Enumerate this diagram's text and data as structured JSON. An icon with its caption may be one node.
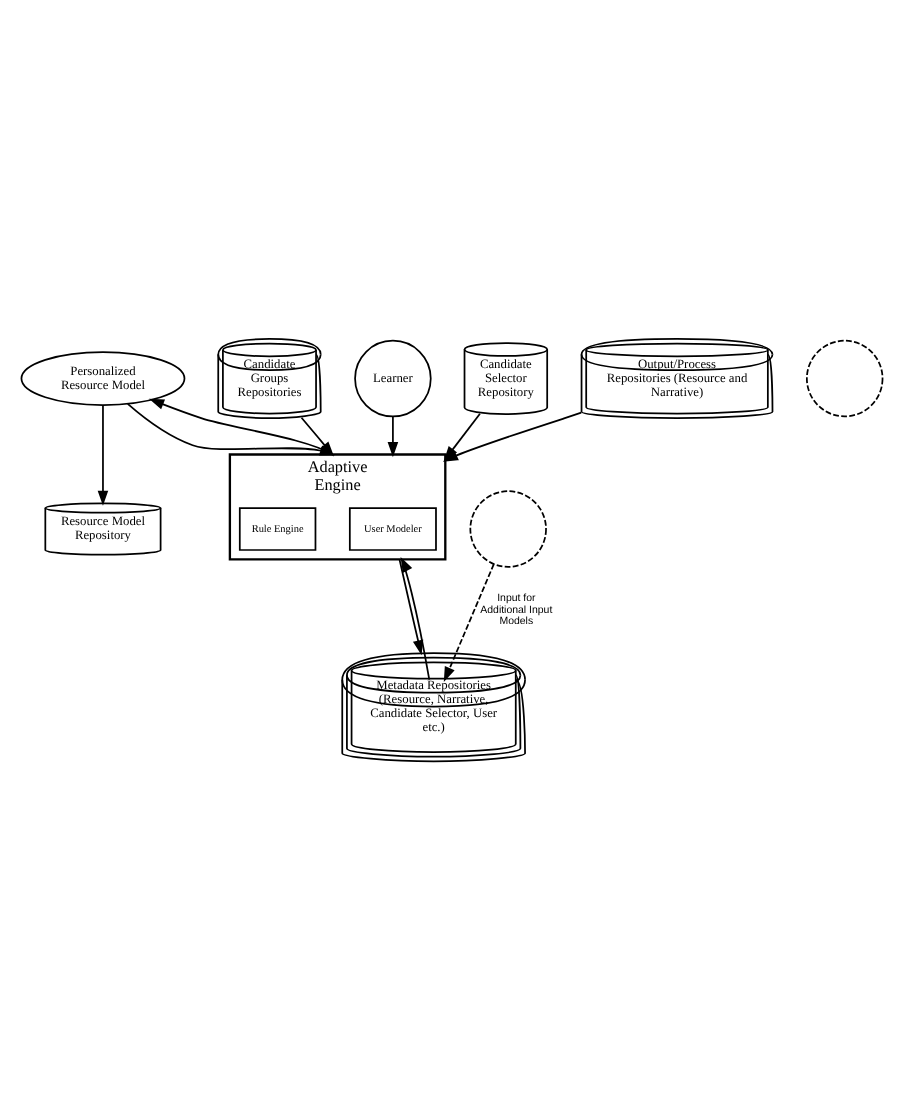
{
  "diagram": {
    "nodes": [
      {
        "text": [
          "Personalized Resource Model"
        ]
      },
      {
        "text": [
          "Resource Model Repository"
        ]
      },
      {
        "text": [
          "Adaptive Engine"
        ]
      },
      {
        "text": [
          "User Modeler"
        ],
        "in": 2
      },
      {
        "text": [
          "Rule Engine"
        ],
        "in": 2
      },
      {
        "text": [
          "Candidate Groups Repositories"
        ]
      },
      {
        "text": [
          "Learner"
        ]
      },
      {
        "text": [
          "Candidate Selector Repository"
        ]
      },
      {
        "text": [],
        "shape": "circle"
      },
      {
        "text": [],
        "shape": "circle"
      },
      {
        "text": [
          "Metadata Repositories (Resource, Narrative, Candidate Selector, User etc.)"
        ]
      },
      {
        "text": [
          "Output/Process Repositories (Resource and Narrative)"
        ]
      }
    ],
    "edges": [
      {
        "from": 0,
        "to": 1,
        "arrow": "to"
      },
      {
        "from": 0,
        "to": 2,
        "arrow": "to"
      },
      {
        "from": 2,
        "to": 0,
        "arrow": "to"
      },
      {
        "from": 5,
        "to": 2,
        "arrow": "to"
      },
      {
        "from": 6,
        "to": 2,
        "arrow": "to"
      },
      {
        "from": 7,
        "to": 2,
        "arrow": "to"
      },
      {
        "from": 9,
        "to": 10,
        "arrow": "to",
        "style": "dashed",
        "label": "Input for Additional Input Models"
      },
      {
        "from": 2,
        "to": 10,
        "arrow": "to"
      },
      {
        "from": 10,
        "to": 2,
        "arrow": "to"
      },
      {
        "from": 11,
        "to": 2,
        "arrow": "to"
      }
    ]
  }
}
